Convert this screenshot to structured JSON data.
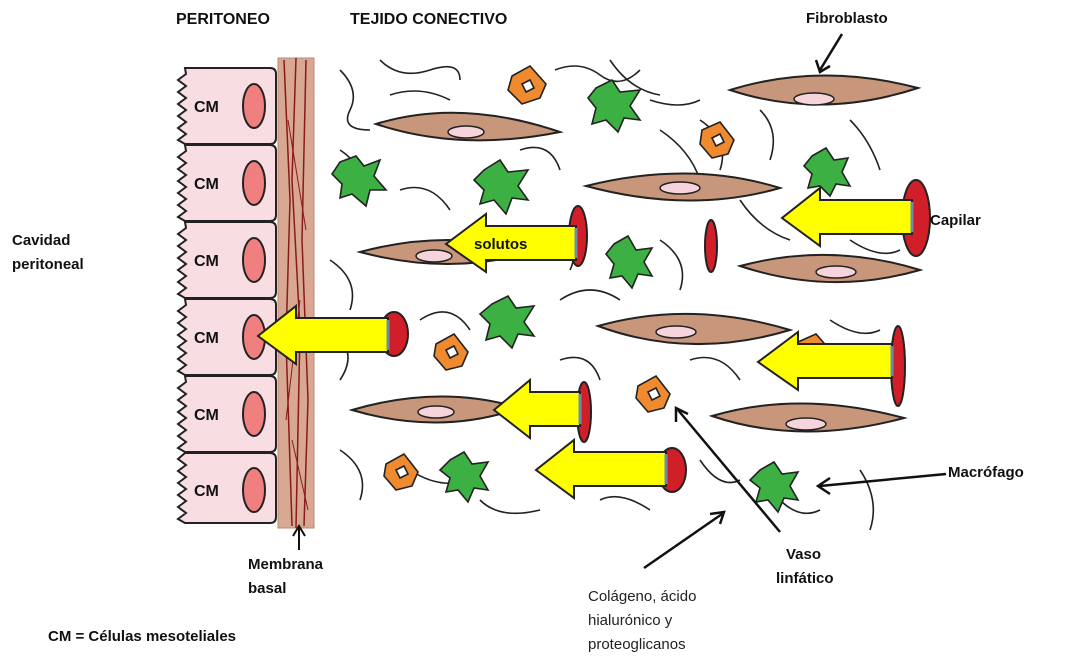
{
  "labels": {
    "peritoneo": "PERITONEO",
    "tejido": "TEJIDO CONECTIVO",
    "fibroblasto": "Fibroblasto",
    "cavidad_line1": "Cavidad",
    "cavidad_line2": "peritoneal",
    "capilar": "Capilar",
    "solutos": "solutos",
    "macrofago": "Macrófago",
    "vaso_line1": "Vaso",
    "vaso_line2": "linfático",
    "membrana_line1": "Membrana",
    "membrana_line2": "basal",
    "colageno_line1": "Colágeno, ácido",
    "colageno_line2": "hialurónico y",
    "colageno_line3": "proteoglicanos",
    "legend": "CM = Células mesoteliales"
  },
  "cells": [
    {
      "label": "CM"
    },
    {
      "label": "CM"
    },
    {
      "label": "CM"
    },
    {
      "label": "CM"
    },
    {
      "label": "CM"
    },
    {
      "label": "CM"
    }
  ],
  "colors": {
    "mesothelial_fill": "#f8dde3",
    "nucleus": "#f08080",
    "membrane": "#c9937f",
    "membrane_fiber": "#8b1a1a",
    "fibroblast": "#c8967a",
    "fibroblast_nucleus": "#f6d4dc",
    "macrophage": "#3cb043",
    "lymph": "#f08a2e",
    "arrow": "#ffff00",
    "capillary": "#d11f2a"
  }
}
